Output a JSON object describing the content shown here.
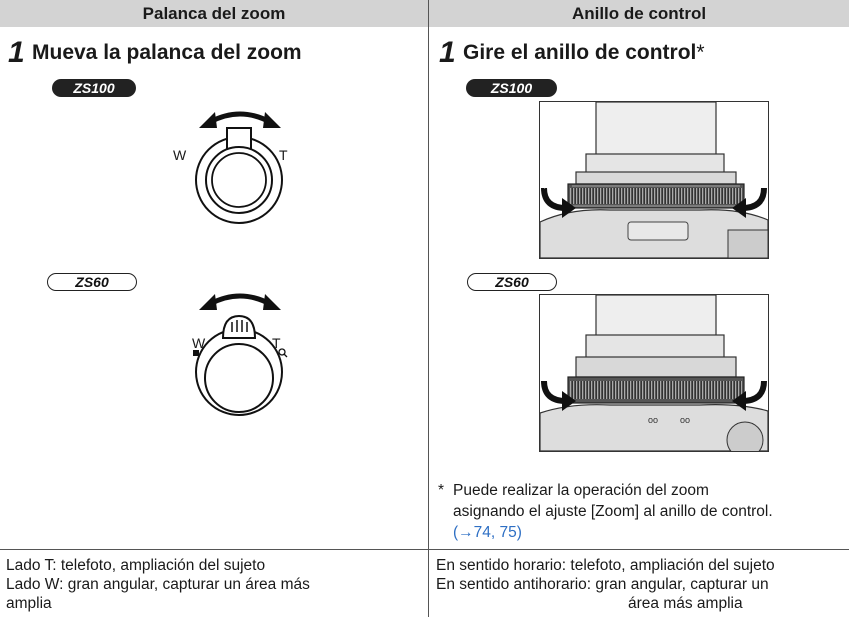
{
  "headers": {
    "left": "Palanca del zoom",
    "right": "Anillo de control"
  },
  "left": {
    "step_number": "1",
    "step_title": "Mueva la palanca del zoom",
    "model_a": "ZS100",
    "model_b": "ZS60",
    "label_w": "W",
    "label_t": "T",
    "footer_line1": "Lado T: telefoto, ampliación del sujeto",
    "footer_line2": "Lado W: gran angular, capturar un área más",
    "footer_line3": "amplia"
  },
  "right": {
    "step_number": "1",
    "step_title": "Gire el anillo de control",
    "step_title_mark": "*",
    "model_a": "ZS100",
    "model_b": "ZS60",
    "note_mark": "*",
    "note_line1": "Puede realizar la operación del zoom",
    "note_line2": "asignando el ajuste [Zoom] al anillo de control.",
    "note_link": "(→74, 75)",
    "footer_line1": "En sentido horario: telefoto, ampliación del sujeto",
    "footer_line2": "En sentido antihorario: gran angular, capturar un",
    "footer_line3": "área más amplia"
  },
  "icons": [
    "curved-double-arrow-icon",
    "rotate-left-arrow-icon",
    "rotate-right-arrow-icon"
  ]
}
